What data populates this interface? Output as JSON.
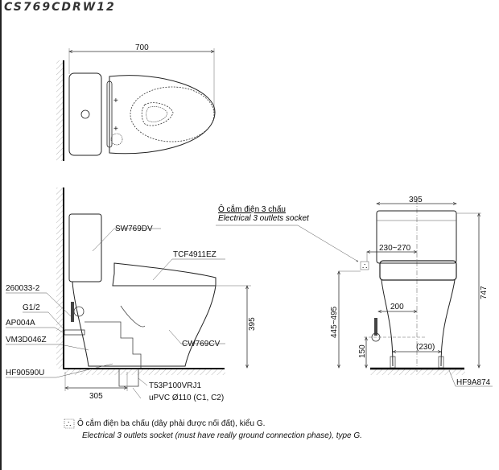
{
  "title": "CS769CDRW12",
  "top_view": {
    "width_dim": "700"
  },
  "side_view": {
    "labels": {
      "tank": "SW769DV",
      "seat": "TCF4911EZ",
      "bowl": "CW769CV",
      "hose": "260033-2",
      "thread": "G1/2",
      "valve": "AP004A",
      "supply": "VM3D046Z",
      "flange": "HF90590U",
      "adapter": "T53P100VRJ1",
      "pipe": "uPVC Ø110 (C1, C2)"
    },
    "dims": {
      "height": "395",
      "rough_in": "305"
    }
  },
  "socket_callout": {
    "vi": "Ô cắm điện 3 chấu",
    "en": "Electrical 3 outlets socket"
  },
  "front_view": {
    "dims": {
      "width": "395",
      "socket_offset": "230~270",
      "height_total": "747",
      "socket_height": "445~495",
      "supply_offset": "200",
      "supply_height": "150",
      "bolt_spacing": "(230)"
    },
    "labels": {
      "bolts": "HF9A874"
    }
  },
  "notes": {
    "icon": "socket-symbol-icon",
    "vi": "Ô cắm điện ba chấu (dây phải được nối đất), kiểu G.",
    "en": "Electrical 3 outlets socket (must have really ground connection phase), type G."
  }
}
